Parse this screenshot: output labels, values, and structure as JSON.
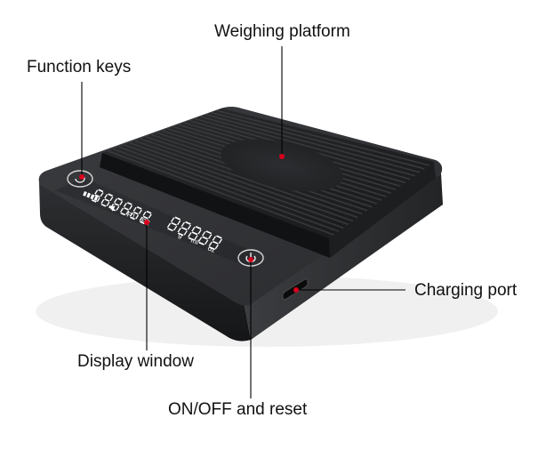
{
  "labels": {
    "weighing_platform": "Weighing platform",
    "function_keys": "Function keys",
    "charging_port": "Charging port",
    "display_window": "Display window",
    "on_off_reset": "ON/OFF and reset"
  },
  "display": {
    "indicator_p1": "P1",
    "indicator_p2": "P2",
    "unit_g": "g",
    "unit_ml": "ml",
    "unit_oz": "oz"
  },
  "colors": {
    "background": "#ffffff",
    "body": "#2b2c2e",
    "platform": "#1c1d1f",
    "led": "#ffffff",
    "marker": "#d8001a",
    "leader_line": "#000000"
  },
  "icons": [
    "power-icon",
    "tare-icon",
    "battery-icon",
    "sound-icon"
  ]
}
